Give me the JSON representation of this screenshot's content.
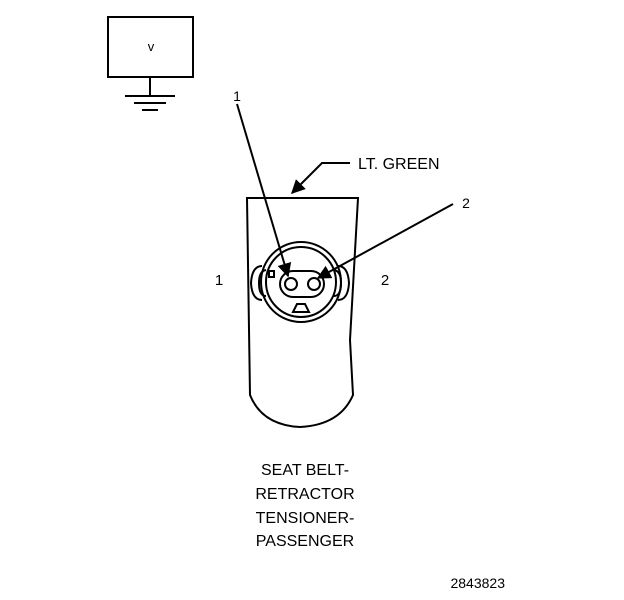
{
  "meter": {
    "symbol": "v"
  },
  "callouts": {
    "probe_1": "1",
    "probe_2": "2"
  },
  "wire": {
    "color_label": "LT. GREEN"
  },
  "terminals": {
    "left": "1",
    "right": "2"
  },
  "component": {
    "name_lines": [
      "SEAT BELT-",
      "RETRACTOR",
      "TENSIONER-",
      "PASSENGER"
    ]
  },
  "figure": {
    "id": "2843823"
  }
}
